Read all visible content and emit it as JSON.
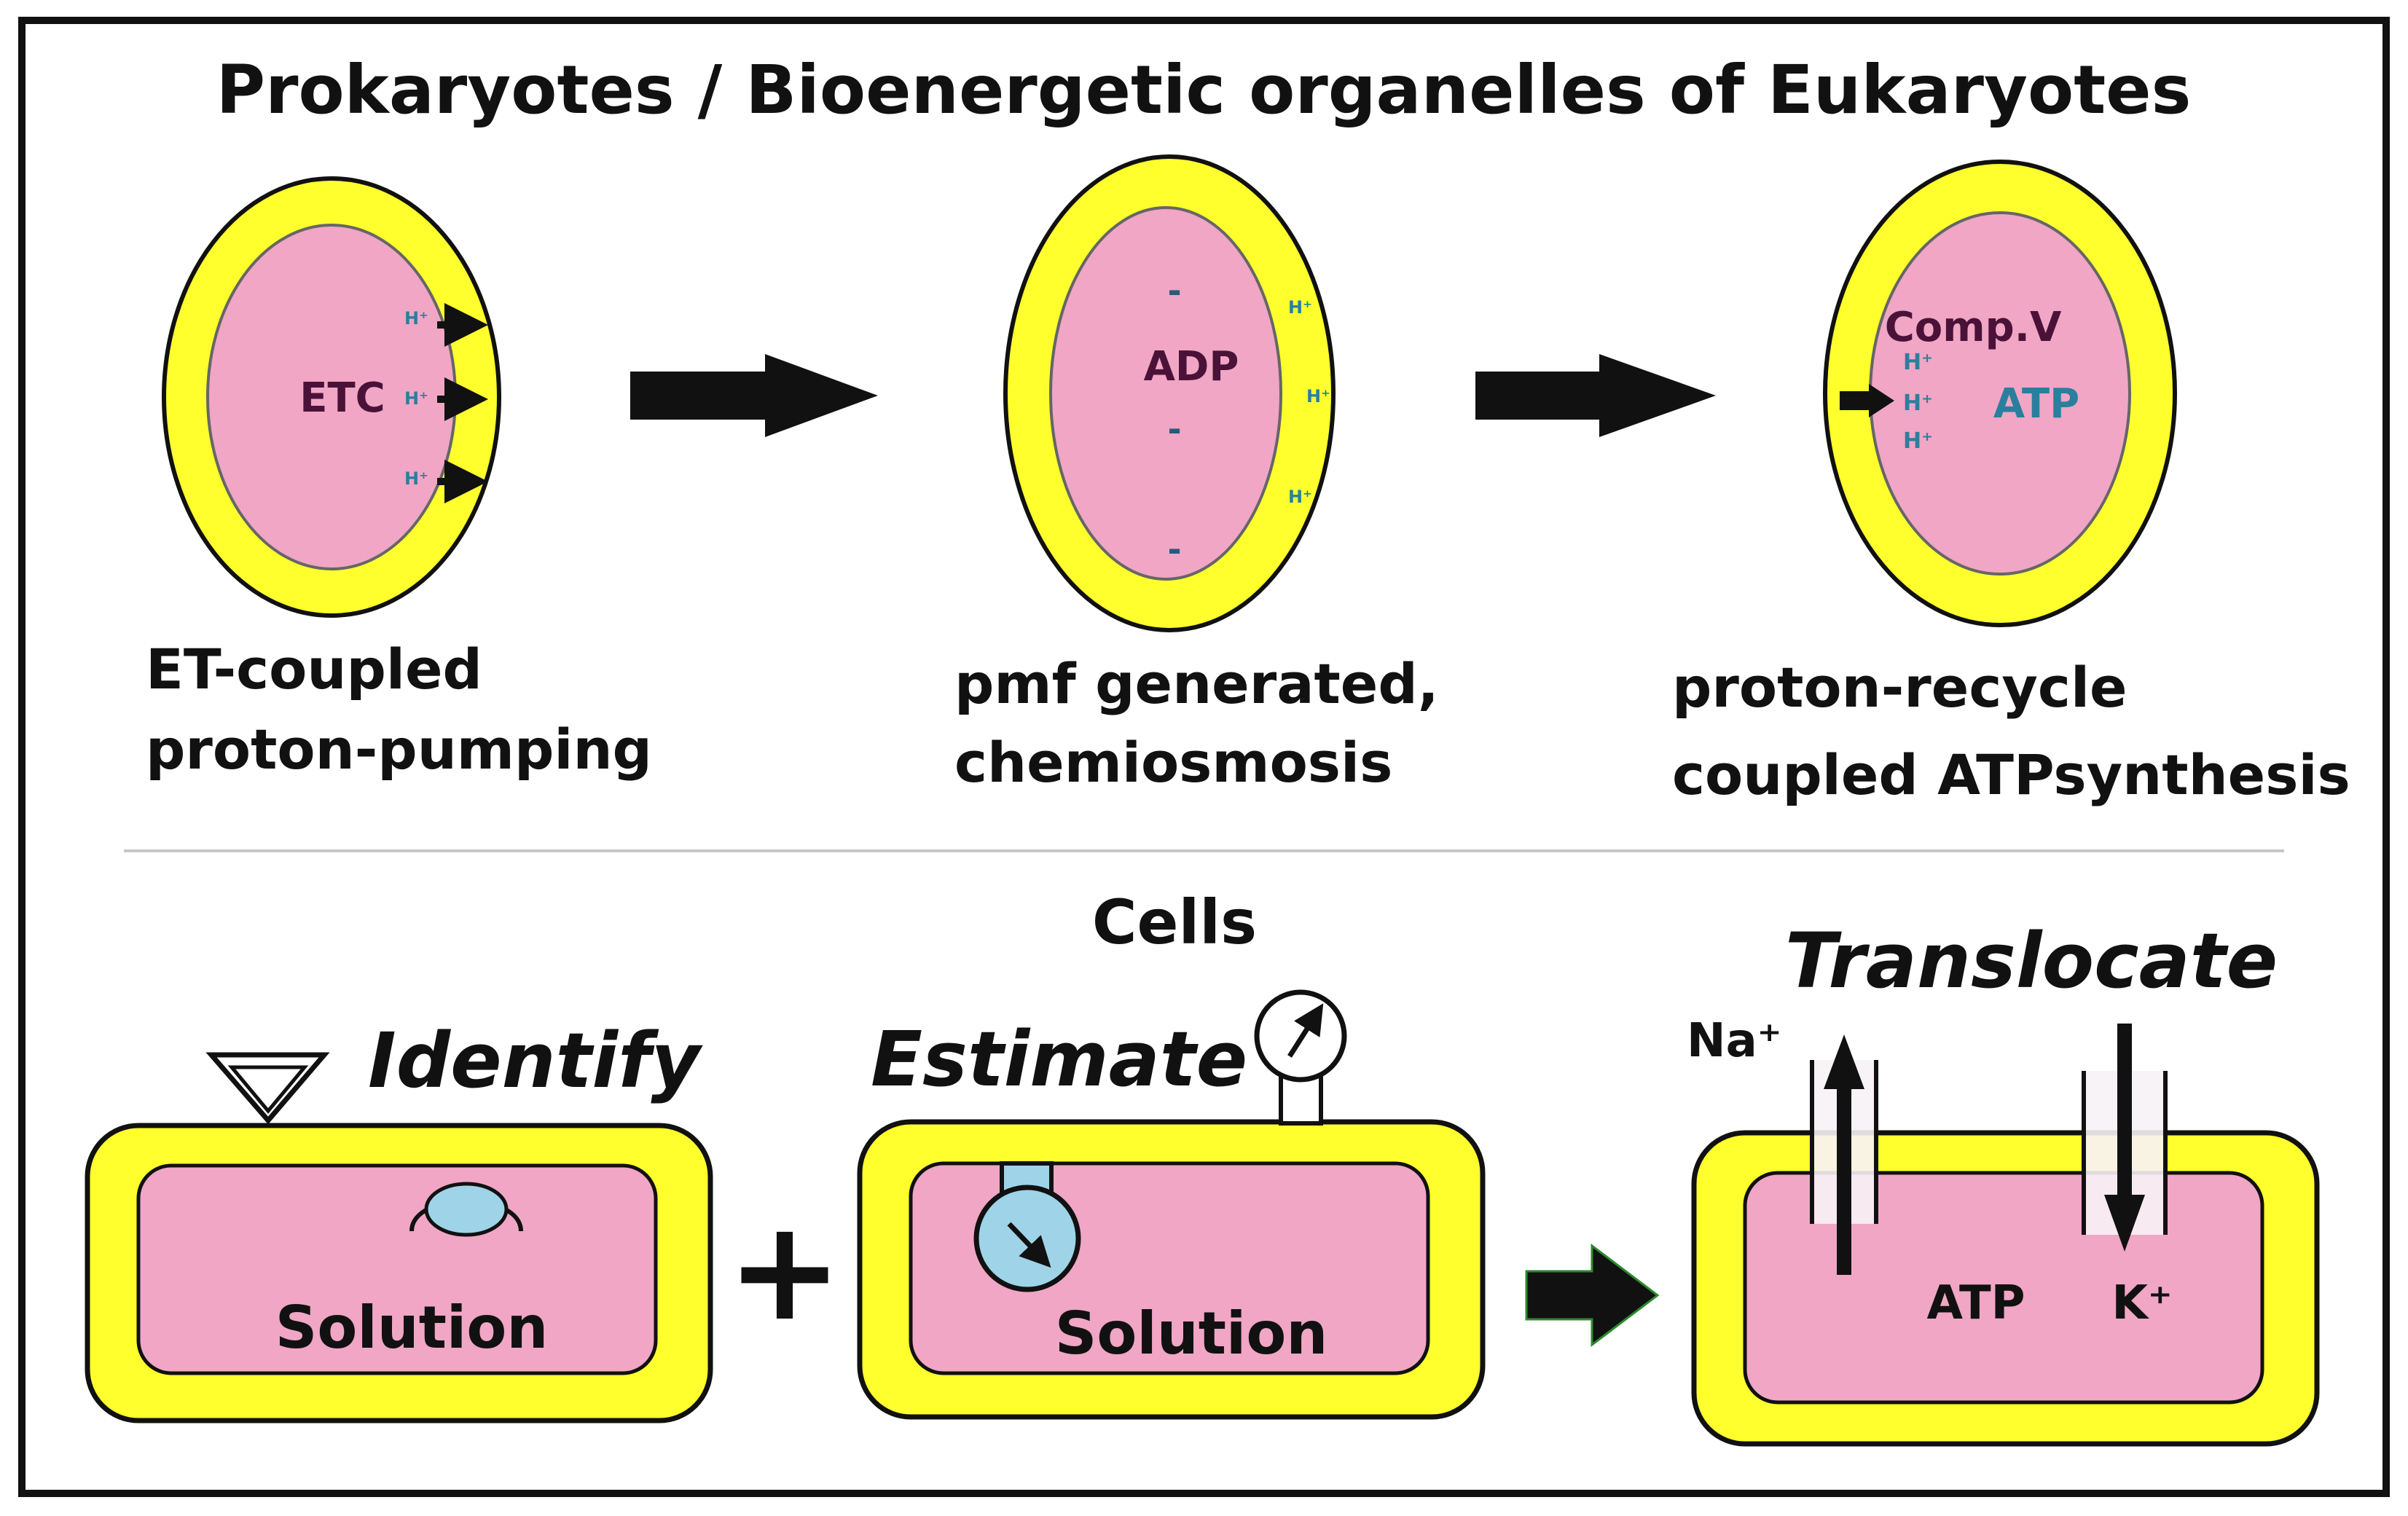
{
  "header": {
    "title": "Prokaryotes / Bioenergetic organelles of Eukaryotes"
  },
  "organelles": [
    {
      "inner_label": "ETC",
      "proton_label": "H⁺",
      "caption_lines": [
        "ET-coupled",
        "proton-pumping"
      ]
    },
    {
      "inner_label": "ADP",
      "proton_label": "H⁺",
      "charge_label": "-",
      "caption_lines": [
        "pmf generated,",
        "chemiosmosis"
      ]
    },
    {
      "inner_label": "Comp.V",
      "secondary_label": "ATP",
      "proton_label": "H⁺",
      "caption_lines": [
        "proton-recycle",
        "coupled ATPsynthesis"
      ]
    }
  ],
  "cells": {
    "title": "Cells",
    "operator": "+",
    "panels": [
      {
        "verb": "Identify",
        "solution_label": "Solution"
      },
      {
        "verb": "Estimate",
        "solution_label": "Solution"
      },
      {
        "verb": "Translocate",
        "ion_in": "Na⁺",
        "ion_out": "K⁺",
        "atp_label": "ATP"
      }
    ]
  },
  "colors": {
    "membrane": "#ffff2e",
    "cytoplasm": "#f0a6c4",
    "outline": "#111111",
    "probe": "#9fd3e8",
    "proton_text": "#2a7f9e",
    "divider": "#c8c8c8"
  },
  "icons": [
    "arrow-right-icon",
    "sensor-icon",
    "meter-icon",
    "ion-channel-icon"
  ]
}
